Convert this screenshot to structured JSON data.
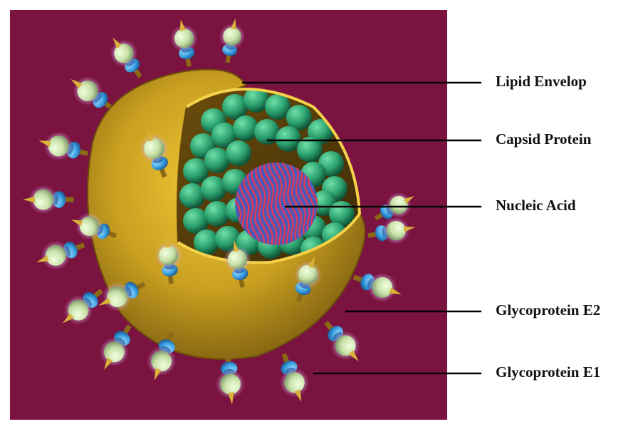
{
  "diagram": {
    "labels": [
      {
        "id": "lipid-envelope",
        "text": "Lipid Envelop"
      },
      {
        "id": "capsid-protein",
        "text": "Capsid Protein"
      },
      {
        "id": "nucleic-acid",
        "text": "Nucleic Acid"
      },
      {
        "id": "glycoprotein-e2",
        "text": "Glycoprotein  E2"
      },
      {
        "id": "glycoprotein-e1",
        "text": "Glycoprotein E1"
      }
    ]
  },
  "colors": {
    "background": "#7a1340",
    "envelope": "#c9a020",
    "capsid": "#2aa06e",
    "nucleic_acid_red": "#e03a5a",
    "nucleic_acid_blue": "#4a5ab8",
    "glycoprotein_e2": "#3aa0e0",
    "glycoprotein_e1": "#c8e0a8",
    "spike_tip": "#d9b23a",
    "leader_line": "#000000"
  }
}
